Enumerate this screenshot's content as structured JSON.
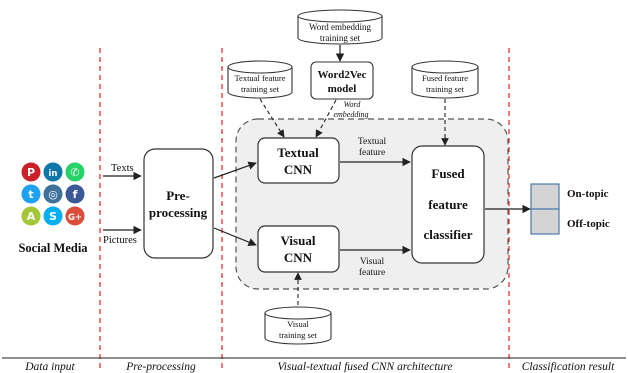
{
  "inputs": {
    "social_media_label": "Social Media",
    "texts_label": "Texts",
    "pictures_label": "Pictures",
    "icons": [
      {
        "name": "pinterest-icon",
        "glyph": "P",
        "color": "#cb2027"
      },
      {
        "name": "linkedin-icon",
        "glyph": "in",
        "color": "#0e76a8"
      },
      {
        "name": "whatsapp-icon",
        "glyph": "✆",
        "color": "#25d366"
      },
      {
        "name": "twitter-icon",
        "glyph": "t",
        "color": "#1da1f2"
      },
      {
        "name": "instagram-icon",
        "glyph": "◎",
        "color": "#3f729b"
      },
      {
        "name": "facebook-icon",
        "glyph": "f",
        "color": "#3b5998"
      },
      {
        "name": "android-icon",
        "glyph": "A",
        "color": "#a4c639"
      },
      {
        "name": "skype-icon",
        "glyph": "S",
        "color": "#00aff0"
      },
      {
        "name": "google-plus-icon",
        "glyph": "G+",
        "color": "#dd4b39"
      }
    ]
  },
  "preprocessing": {
    "line1": "Pre-",
    "line2": "processing"
  },
  "datasets": {
    "word_embedding": {
      "line1": "Word embedding",
      "line2": "training set"
    },
    "textual_feature": {
      "line1": "Textual feature",
      "line2": "training set"
    },
    "fused_feature": {
      "line1": "Fused feature",
      "line2": "training set"
    },
    "visual": {
      "line1": "Visual",
      "line2": "training set"
    }
  },
  "word2vec": {
    "line1": "Word2Vec",
    "line2": "model"
  },
  "word_embedding_annotation": {
    "line1": "Word",
    "line2": "embedding"
  },
  "textual_cnn": {
    "line1": "Textual",
    "line2": "CNN"
  },
  "visual_cnn": {
    "line1": "Visual",
    "line2": "CNN"
  },
  "textual_feature_label": {
    "line1": "Textual",
    "line2": "feature"
  },
  "visual_feature_label": {
    "line1": "Visual",
    "line2": "feature"
  },
  "fused_classifier": {
    "line1": "Fused",
    "line2": "feature",
    "line3": "classifier"
  },
  "outputs": {
    "on_topic": "On-topic",
    "off_topic": "Off-topic"
  },
  "sections": {
    "data_input": "Data input",
    "pre_processing": "Pre-processing",
    "architecture": "Visual-textual fused CNN architecture",
    "classification": "Classification result"
  },
  "colors": {
    "divider": "#e8332c",
    "output_box": "#d4d4d4",
    "output_border": "#3a6fa5",
    "region_fill": "#efefef"
  }
}
